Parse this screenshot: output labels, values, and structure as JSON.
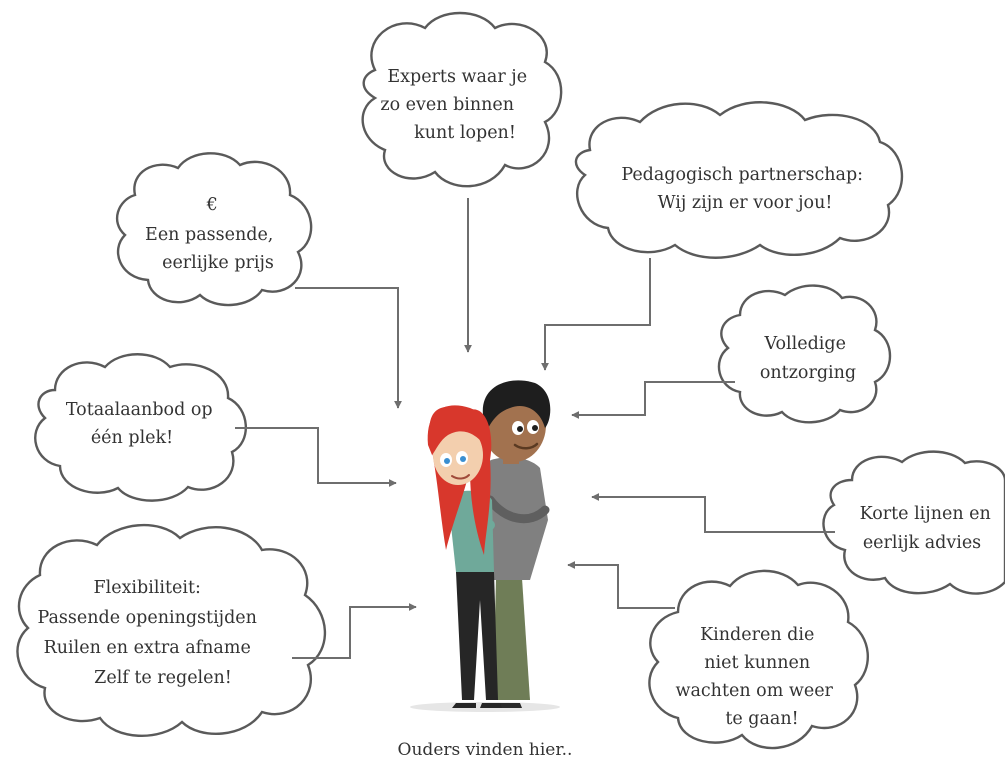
{
  "bubbles": {
    "experts": {
      "lines": [
        "Experts waar je",
        "zo even binnen",
        "kunt lopen!"
      ]
    },
    "pedagogisch": {
      "lines": [
        "Pedagogisch partnerschap:",
        "Wij zijn er voor jou!"
      ]
    },
    "prijs": {
      "lines": [
        "€",
        "Een passende,",
        "eerlijke prijs"
      ]
    },
    "ontzorging": {
      "lines": [
        "Volledige",
        "ontzorging"
      ]
    },
    "totaalaanbod": {
      "lines": [
        "Totaalaanbod op",
        "één plek!"
      ]
    },
    "advies": {
      "lines": [
        "Korte lijnen en",
        "eerlijk advies"
      ]
    },
    "flexibiliteit": {
      "lines": [
        "Flexibiliteit:",
        "Passende openingstijden",
        "Ruilen en extra afname",
        "Zelf te regelen!"
      ]
    },
    "kinderen": {
      "lines": [
        "Kinderen die",
        "niet kunnen",
        "wachten om weer",
        "te gaan!"
      ]
    }
  },
  "caption": "Ouders vinden hier.."
}
